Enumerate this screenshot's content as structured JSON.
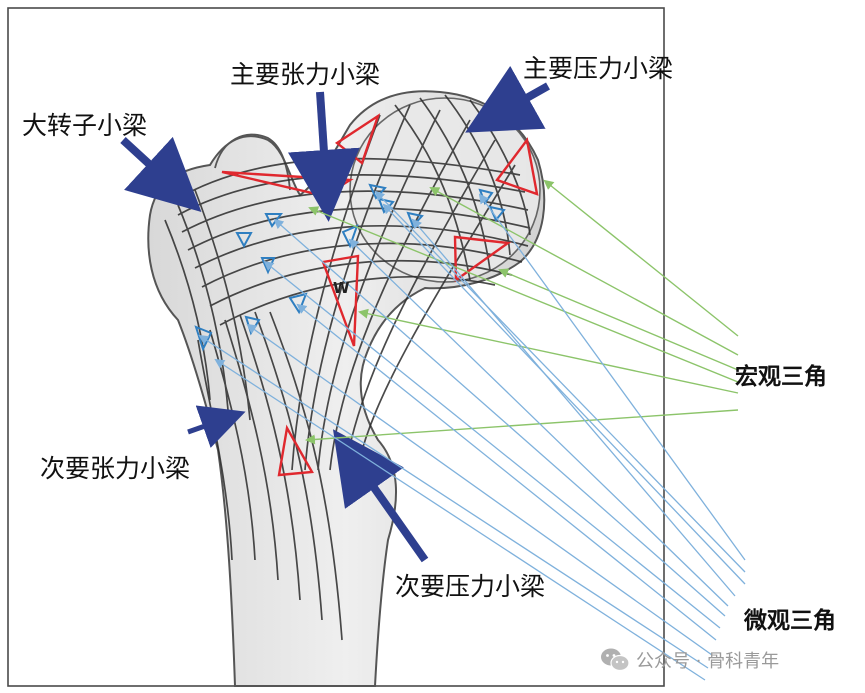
{
  "labels": {
    "greater_trochanter": "大转子小梁",
    "primary_tension": "主要张力小梁",
    "primary_compression": "主要压力小梁",
    "secondary_tension": "次要张力小梁",
    "secondary_compression": "次要压力小梁",
    "macro_triangle": "宏观三角",
    "micro_triangle": "微观三角"
  },
  "watermark": {
    "text": "公众号 · 骨科青年",
    "icon": "wechat-icon"
  },
  "colors": {
    "pointer_arrow": "#2e3f8f",
    "macro_triangle": "#e0282e",
    "micro_triangle": "#2f7fc1",
    "macro_leader": "#8cc46a",
    "micro_leader": "#7fb1dc"
  }
}
